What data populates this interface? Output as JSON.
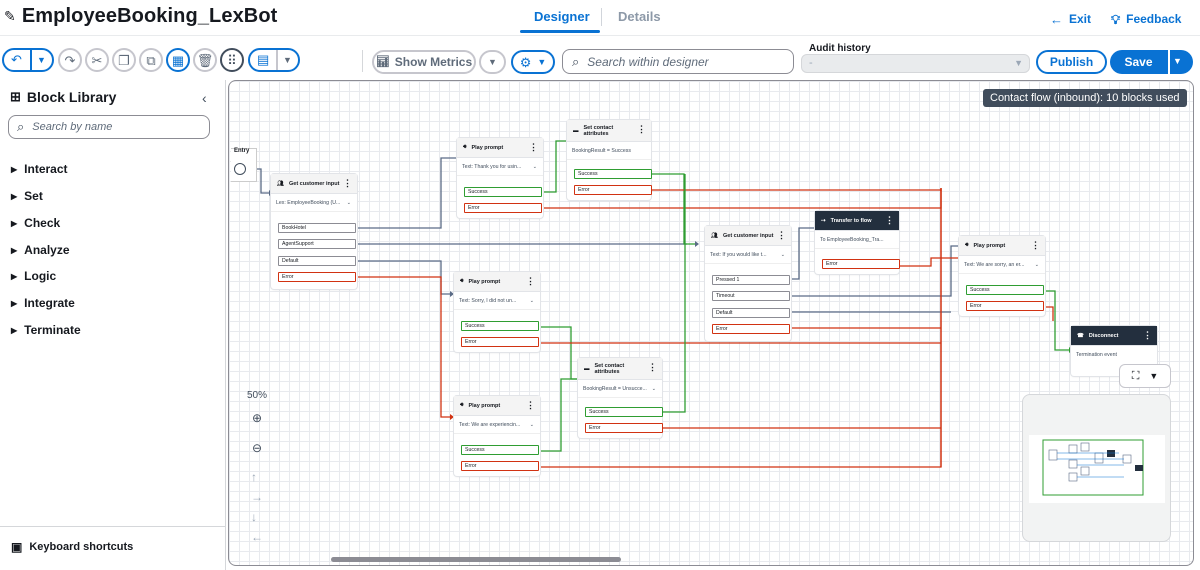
{
  "header": {
    "title": "EmployeeBooking_LexBot",
    "tabs": [
      {
        "label": "Designer",
        "active": true
      },
      {
        "label": "Details",
        "active": false
      }
    ],
    "exit_label": "Exit",
    "feedback_label": "Feedback"
  },
  "toolbar": {
    "show_metrics_label": "Show Metrics",
    "search_placeholder": "Search within designer",
    "audit_history_label": "Audit history",
    "audit_history_value": "-",
    "publish_label": "Publish",
    "save_label": "Save"
  },
  "sidebar": {
    "title": "Block Library",
    "search_placeholder": "Search by name",
    "categories": [
      "Interact",
      "Set",
      "Check",
      "Analyze",
      "Logic",
      "Integrate",
      "Terminate"
    ],
    "keyboard_shortcuts_label": "Keyboard shortcuts"
  },
  "canvas": {
    "block_count_label": "Contact flow (inbound): 10 blocks used",
    "entry_label": "Entry",
    "zoom_level": "50%",
    "blocks": [
      {
        "id": "get-input-1",
        "type": "Get customer input",
        "desc": "Lex: EmployeeBooking (U...",
        "branches": [
          "BookHotel",
          "AgentSupport",
          "Default",
          "Error"
        ]
      },
      {
        "id": "play-thank-you",
        "type": "Play prompt",
        "desc": "Text: Thank you for usin...",
        "branches": [
          "Success",
          "Error"
        ]
      },
      {
        "id": "set-attr-success",
        "type": "Set contact attributes",
        "desc": "BookingResult = Success",
        "branches": [
          "Success",
          "Error"
        ]
      },
      {
        "id": "play-sorry",
        "type": "Play prompt",
        "desc": "Text: Sorry, I did not un...",
        "branches": [
          "Success",
          "Error"
        ]
      },
      {
        "id": "set-attr-unsuccess",
        "type": "Set contact attributes",
        "desc": "BookingResult = Unsucce...",
        "branches": [
          "Success",
          "Error"
        ]
      },
      {
        "id": "play-experiencing",
        "type": "Play prompt",
        "desc": "Text: We are experiencin...",
        "branches": [
          "Success",
          "Error"
        ]
      },
      {
        "id": "get-input-2",
        "type": "Get customer input",
        "desc": "Text: If you would like t...",
        "branches": [
          "Pressed 1",
          "Timeout",
          "Default",
          "Error"
        ]
      },
      {
        "id": "transfer-flow",
        "type": "Transfer to flow",
        "desc": "To EmployeeBooking_Tra...",
        "branches": [
          "Error"
        ]
      },
      {
        "id": "play-we-are-sorry",
        "type": "Play prompt",
        "desc": "Text: We are sorry, an er...",
        "branches": [
          "Success",
          "Error"
        ]
      },
      {
        "id": "disconnect",
        "type": "Disconnect",
        "desc": "Termination event",
        "branches": []
      }
    ]
  },
  "colors": {
    "accent": "#0972d3",
    "success_edge": "#2f9d32",
    "error_edge": "#d13212",
    "default_edge": "#5a6b86",
    "dark_header": "#232f3e"
  }
}
